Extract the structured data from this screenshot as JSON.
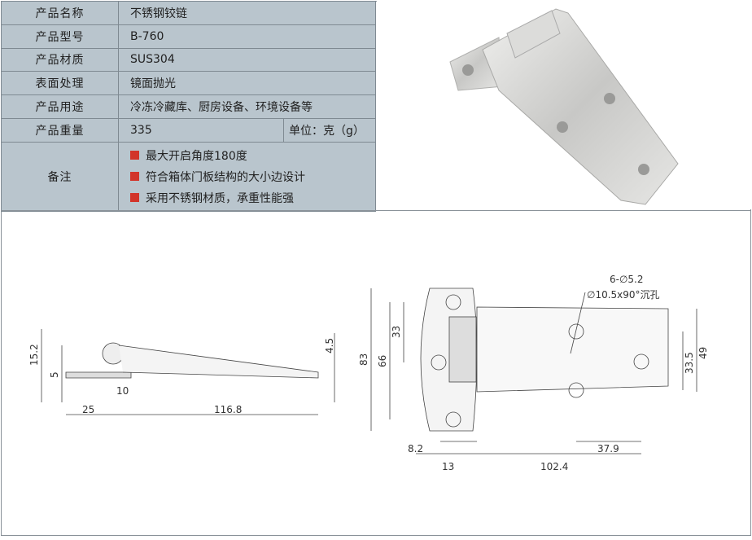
{
  "spec": {
    "rows": [
      {
        "label": "产品名称",
        "value": "不锈钢铰链"
      },
      {
        "label": "产品型号",
        "value": "B-760"
      },
      {
        "label": "产品材质",
        "value": "SUS304"
      },
      {
        "label": "表面处理",
        "value": "镜面抛光"
      },
      {
        "label": "产品用途",
        "value": "冷冻冷藏库、厨房设备、环境设备等"
      },
      {
        "label": "产品重量",
        "value": "335",
        "unit": "单位：克（g）"
      }
    ],
    "notes_label": "备注",
    "notes": [
      "最大开启角度180度",
      "符合箱体门板结构的大小边设计",
      "采用不锈钢材质，承重性能强"
    ],
    "bullet_color": "#d2342a"
  },
  "side_view": {
    "dims": [
      "15.2",
      "5",
      "25",
      "10",
      "116.8",
      "4.5"
    ]
  },
  "top_view": {
    "dims": [
      "83",
      "66",
      "33",
      "8.2",
      "13",
      "102.4",
      "37.9",
      "33.5",
      "49"
    ],
    "hole_note_1": "6-∅5.2",
    "hole_note_2": "∅10.5x90°沉孔"
  }
}
